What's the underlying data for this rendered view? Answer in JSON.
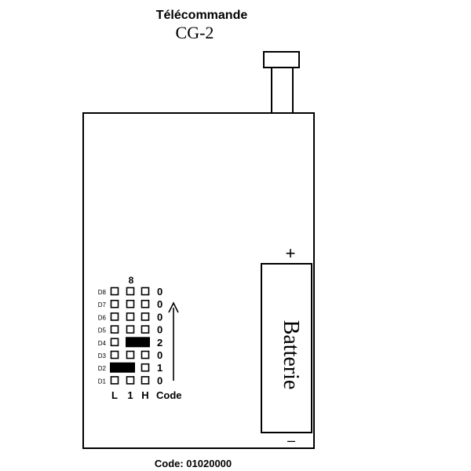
{
  "header": {
    "title": "Télécommande",
    "model": "CG-2"
  },
  "board": {
    "dip_header": "8",
    "rows": [
      {
        "label": "D8",
        "code": "0",
        "jumper": "none"
      },
      {
        "label": "D7",
        "code": "0",
        "jumper": "none"
      },
      {
        "label": "D6",
        "code": "0",
        "jumper": "none"
      },
      {
        "label": "D5",
        "code": "0",
        "jumper": "none"
      },
      {
        "label": "D4",
        "code": "2",
        "jumper": "1-H"
      },
      {
        "label": "D3",
        "code": "0",
        "jumper": "none"
      },
      {
        "label": "D2",
        "code": "1",
        "jumper": "L-1"
      },
      {
        "label": "D1",
        "code": "0",
        "jumper": "none"
      }
    ],
    "columns": {
      "l": "L",
      "one": "1",
      "h": "H",
      "code": "Code"
    }
  },
  "battery": {
    "label": "Batterie",
    "plus": "+",
    "minus": "–"
  },
  "footer": {
    "code_text": "Code: 01020000"
  },
  "colors": {
    "stroke": "#000000",
    "background": "#ffffff"
  }
}
